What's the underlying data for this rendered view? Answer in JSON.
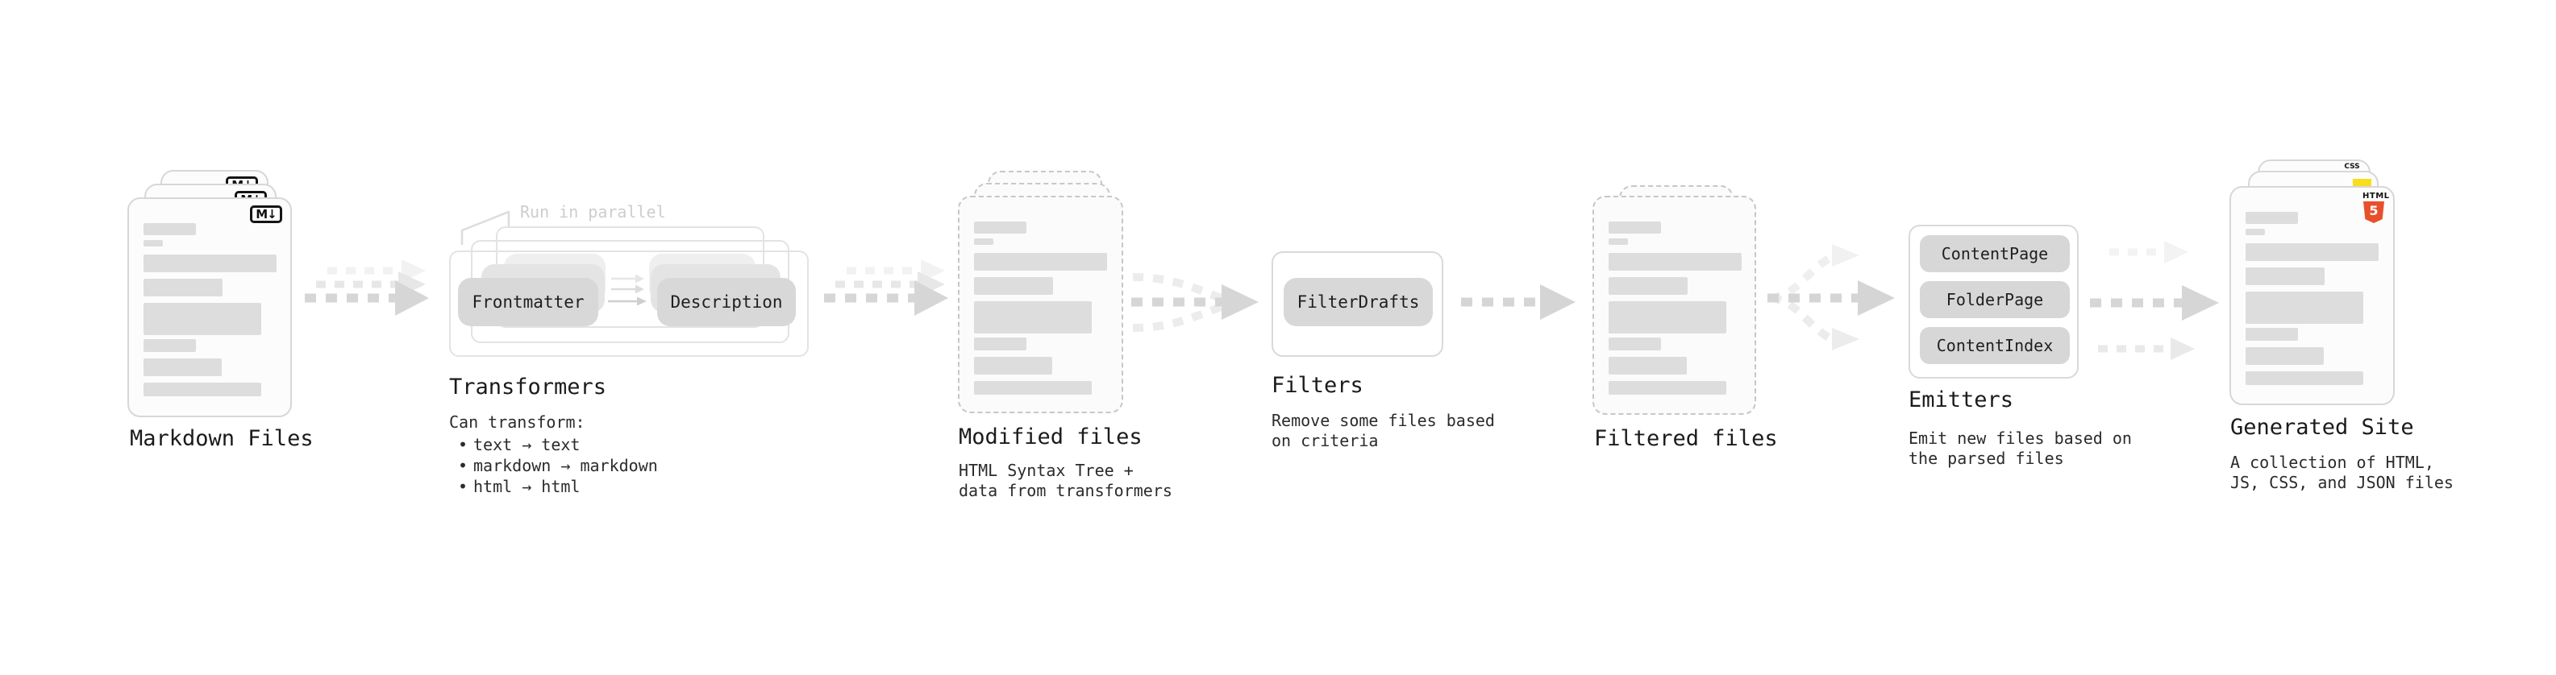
{
  "sections": {
    "markdown_files": {
      "label": "Markdown Files",
      "badge": "M↓"
    },
    "transformers": {
      "label": "Transformers",
      "note": "Run in parallel",
      "buttons": [
        "Frontmatter",
        "Description"
      ],
      "caption_title": "Can transform:",
      "bullets": [
        "text → text",
        "markdown → markdown",
        "html → html"
      ]
    },
    "modified_files": {
      "label": "Modified files",
      "caption": "HTML Syntax Tree +\ndata from transformers"
    },
    "filters": {
      "label": "Filters",
      "buttons": [
        "FilterDrafts"
      ],
      "caption": "Remove some files based\non criteria"
    },
    "filtered_files": {
      "label": "Filtered files"
    },
    "emitters": {
      "label": "Emitters",
      "buttons": [
        "ContentPage",
        "FolderPage",
        "ContentIndex"
      ],
      "caption": "Emit new files based on\nthe parsed files"
    },
    "generated_site": {
      "label": "Generated Site",
      "caption": "A collection of HTML,\nJS, CSS, and JSON files",
      "badges": {
        "css": "CSS",
        "html": "HTML",
        "html5": "5"
      }
    }
  },
  "colors": {
    "card_border": "#d7d7d7",
    "dashed_border": "#c7c7c7",
    "placeholder_gray": "#dddddd",
    "pill_gray": "#d8d8d8",
    "arrow_gray": "#d6d6d6",
    "arrow_ghost": "#ececec",
    "note_gray": "#cdcdcd",
    "html5_orange": "#e8502c",
    "js_yellow": "#f7df1e",
    "css_blue": "#2b63f6"
  }
}
